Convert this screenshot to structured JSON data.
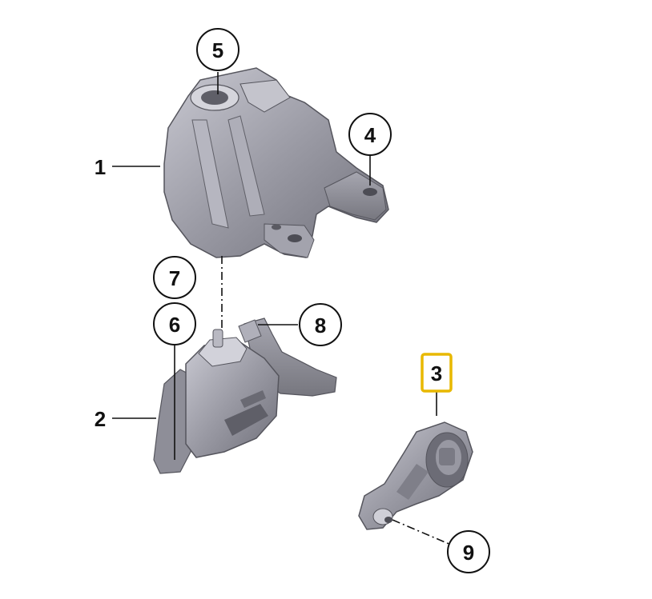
{
  "diagram": {
    "callouts": {
      "c1": "1",
      "c2": "2",
      "c3": "3",
      "c4": "4",
      "c5": "5",
      "c6": "6",
      "c7": "7",
      "c8": "8",
      "c9": "9"
    },
    "highlight_color": "#e8b800",
    "part_color": "#8f8f99"
  }
}
